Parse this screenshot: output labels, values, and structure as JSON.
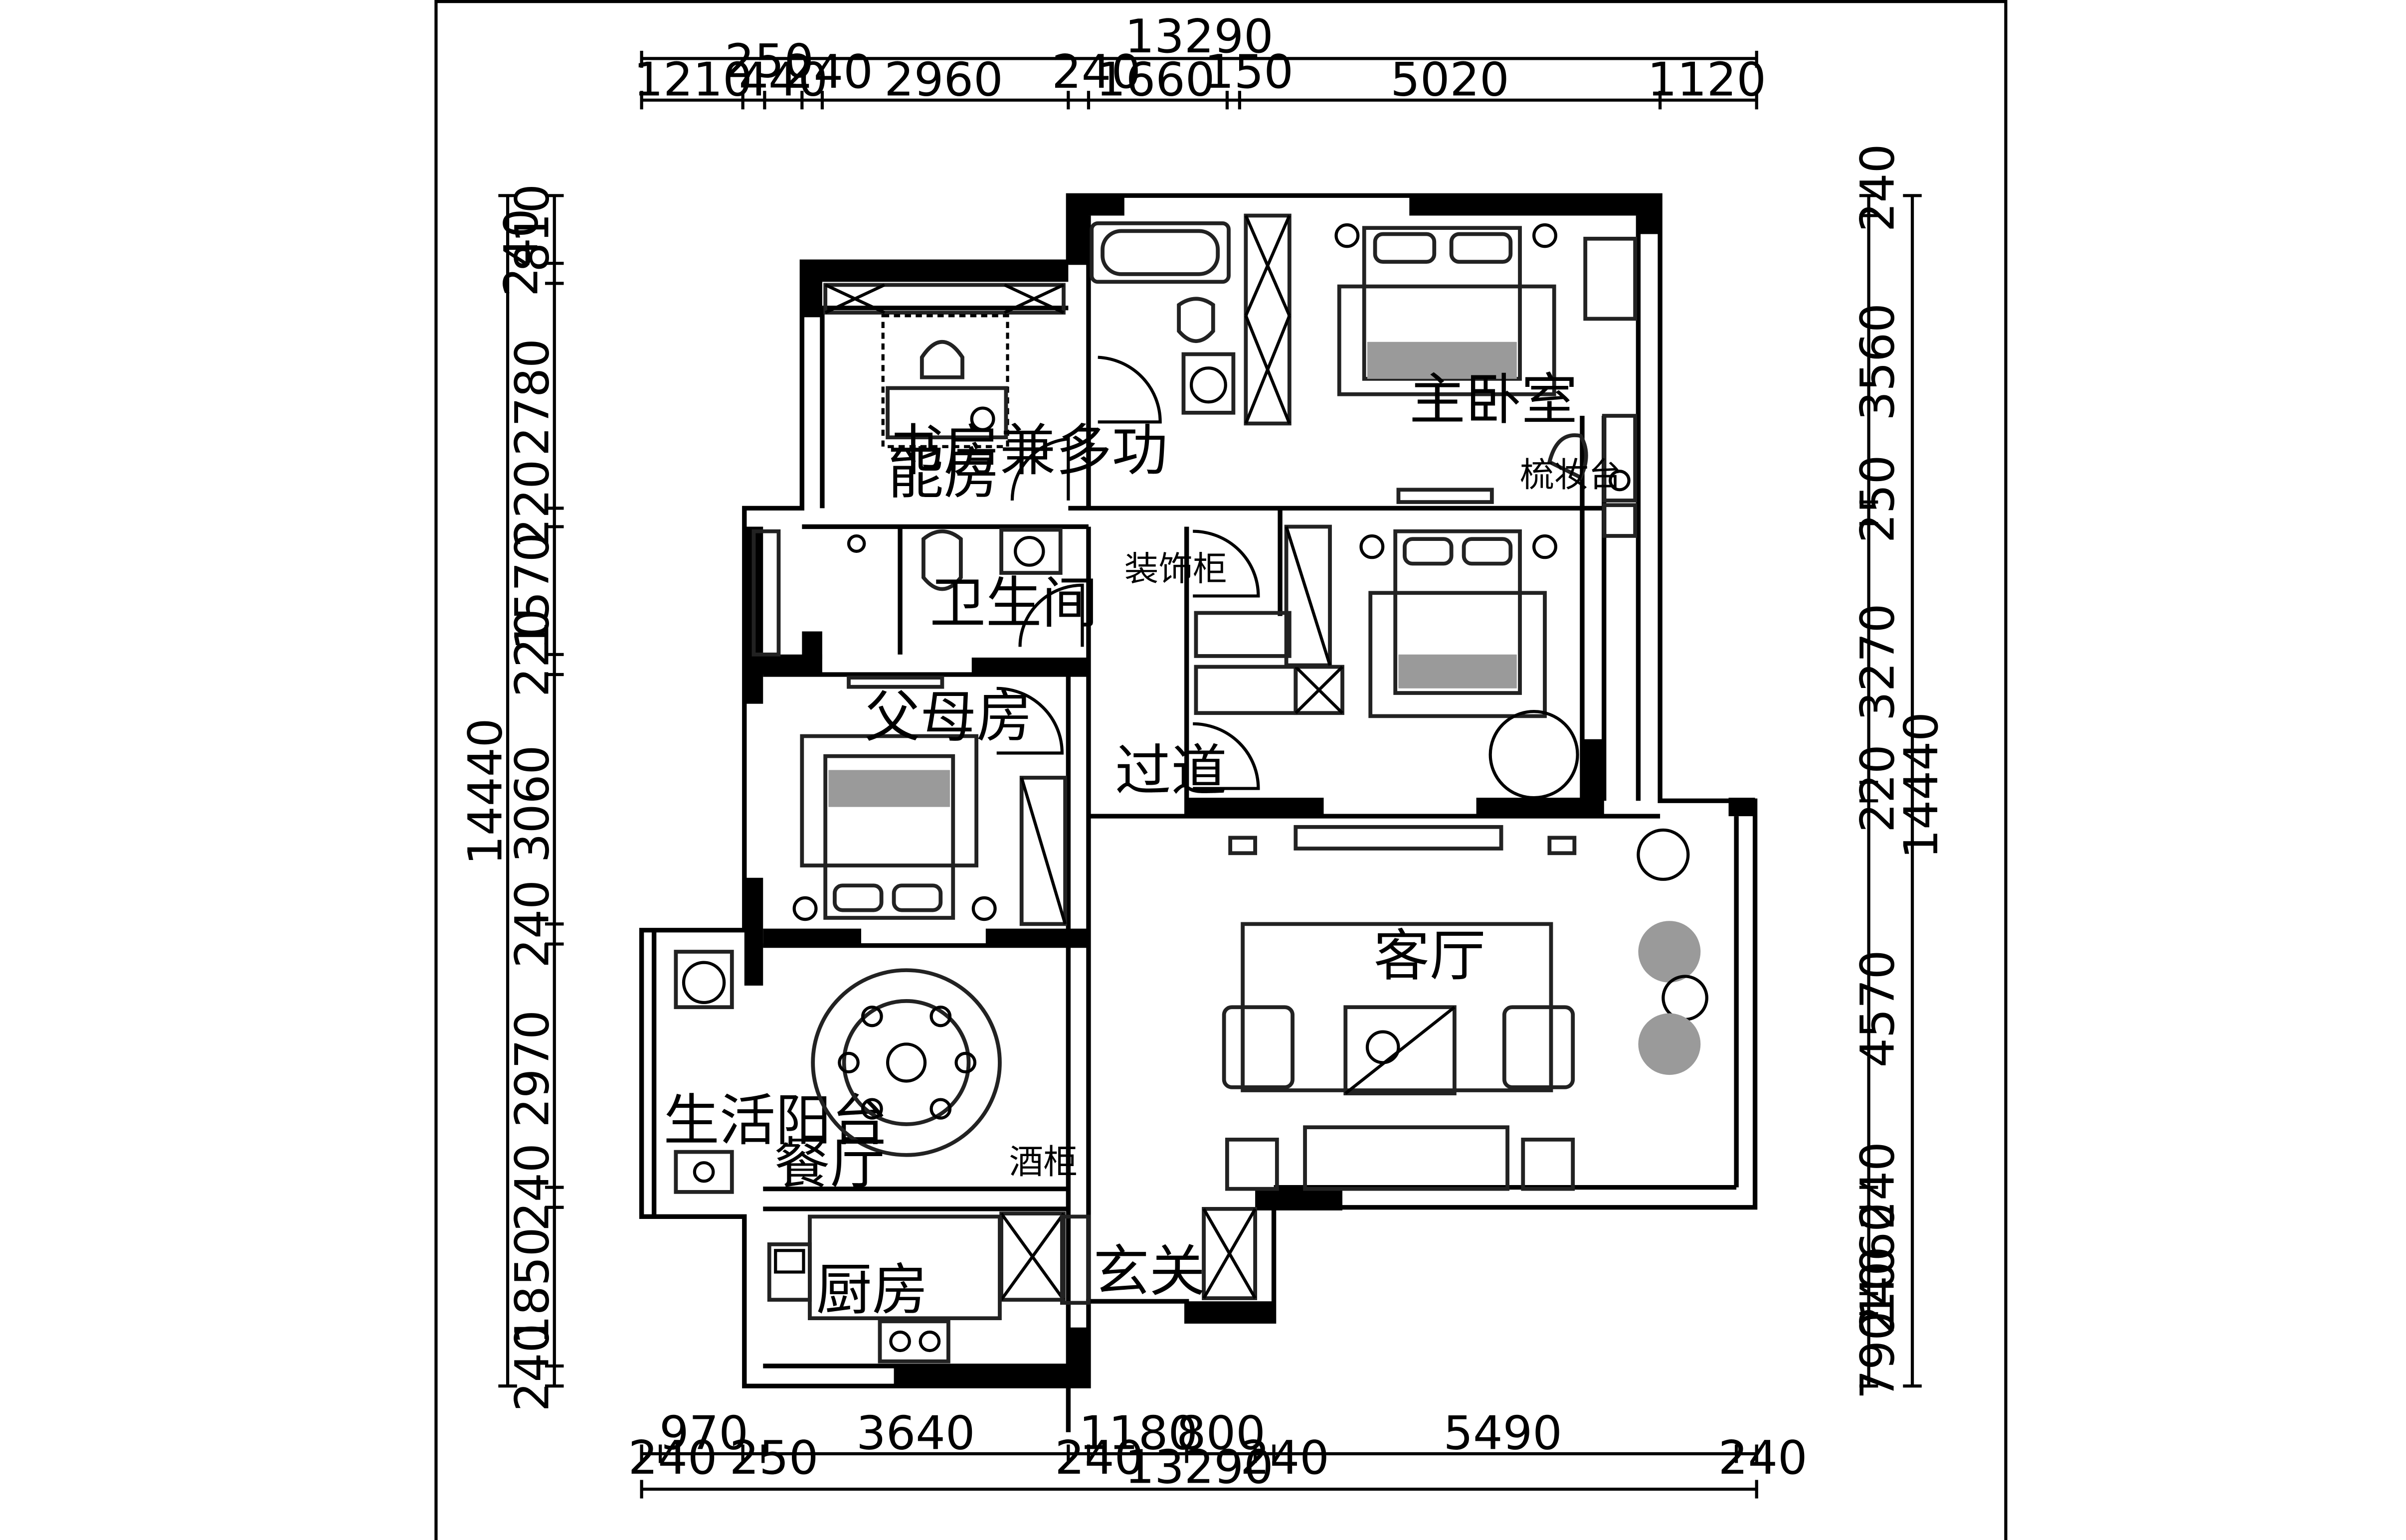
{
  "rooms": {
    "study_line1": "书房兼多功",
    "study_line2": "能房",
    "master_bedroom": "主卧室",
    "dresser": "梳妆台",
    "decor_cabinet": "装饰柜",
    "bathroom": "卫生间",
    "parents_room": "父母房",
    "corridor": "过道",
    "living_room": "客厅",
    "utility_balcony": "生活阳台",
    "dining_room": "餐厅",
    "wine_cabinet": "酒柜",
    "kitchen": "厨房",
    "entrance": "玄关"
  },
  "dimensions": {
    "top_total": "13290",
    "top_row1": [
      "250",
      "240",
      "240",
      "150"
    ],
    "top_row2": [
      "1210",
      "440",
      "2960",
      "1660",
      "5020",
      "1120"
    ],
    "bottom_row1": [
      "970",
      "3640",
      "1180",
      "800",
      "5490"
    ],
    "bottom_row2": [
      "240",
      "250",
      "240",
      "240",
      "240"
    ],
    "bottom_total": "13290",
    "left_total": "14440",
    "left_segments": [
      "240",
      "810",
      "2780",
      "220",
      "1570",
      "220",
      "3060",
      "240",
      "2970",
      "240",
      "1850",
      "240"
    ],
    "right_total": "14440",
    "right_segments": [
      "240",
      "3560",
      "250",
      "3270",
      "220",
      "4570",
      "240",
      "1060",
      "240",
      "790"
    ]
  },
  "colors": {
    "line": "#000000",
    "hatch": "#9a9a9a",
    "background": "#ffffff"
  }
}
